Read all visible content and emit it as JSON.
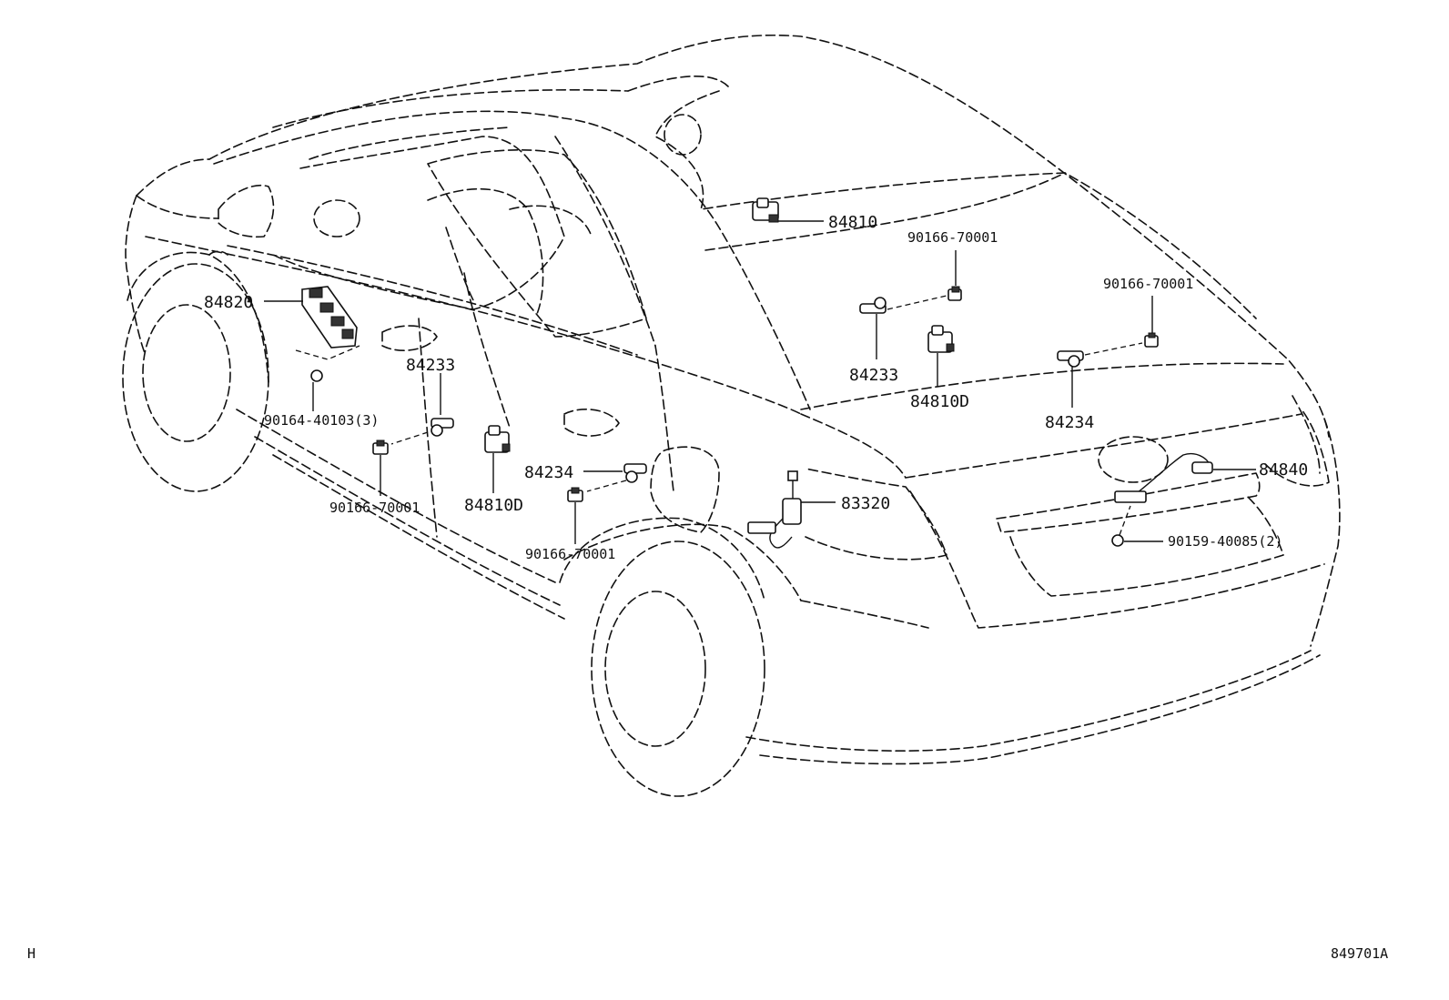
{
  "callouts": [
    {
      "id": "c-84810",
      "text": "84810"
    },
    {
      "id": "c-90166-a",
      "text": "90166-70001"
    },
    {
      "id": "c-90166-b",
      "text": "90166-70001"
    },
    {
      "id": "c-84820",
      "text": "84820"
    },
    {
      "id": "c-84233-a",
      "text": "84233"
    },
    {
      "id": "c-84233-b",
      "text": "84233"
    },
    {
      "id": "c-84810d-a",
      "text": "84810D"
    },
    {
      "id": "c-84234-a",
      "text": "84234"
    },
    {
      "id": "c-90164",
      "text": "90164-40103(3)"
    },
    {
      "id": "c-84840",
      "text": "84840"
    },
    {
      "id": "c-84234-b",
      "text": "84234"
    },
    {
      "id": "c-83320",
      "text": "83320"
    },
    {
      "id": "c-90159",
      "text": "90159-40085(2)"
    },
    {
      "id": "c-90166-c",
      "text": "90166-70001"
    },
    {
      "id": "c-84810d-b",
      "text": "84810D"
    },
    {
      "id": "c-90166-d",
      "text": "90166-70001"
    }
  ],
  "corner_left": "H",
  "corner_right": "849701A"
}
